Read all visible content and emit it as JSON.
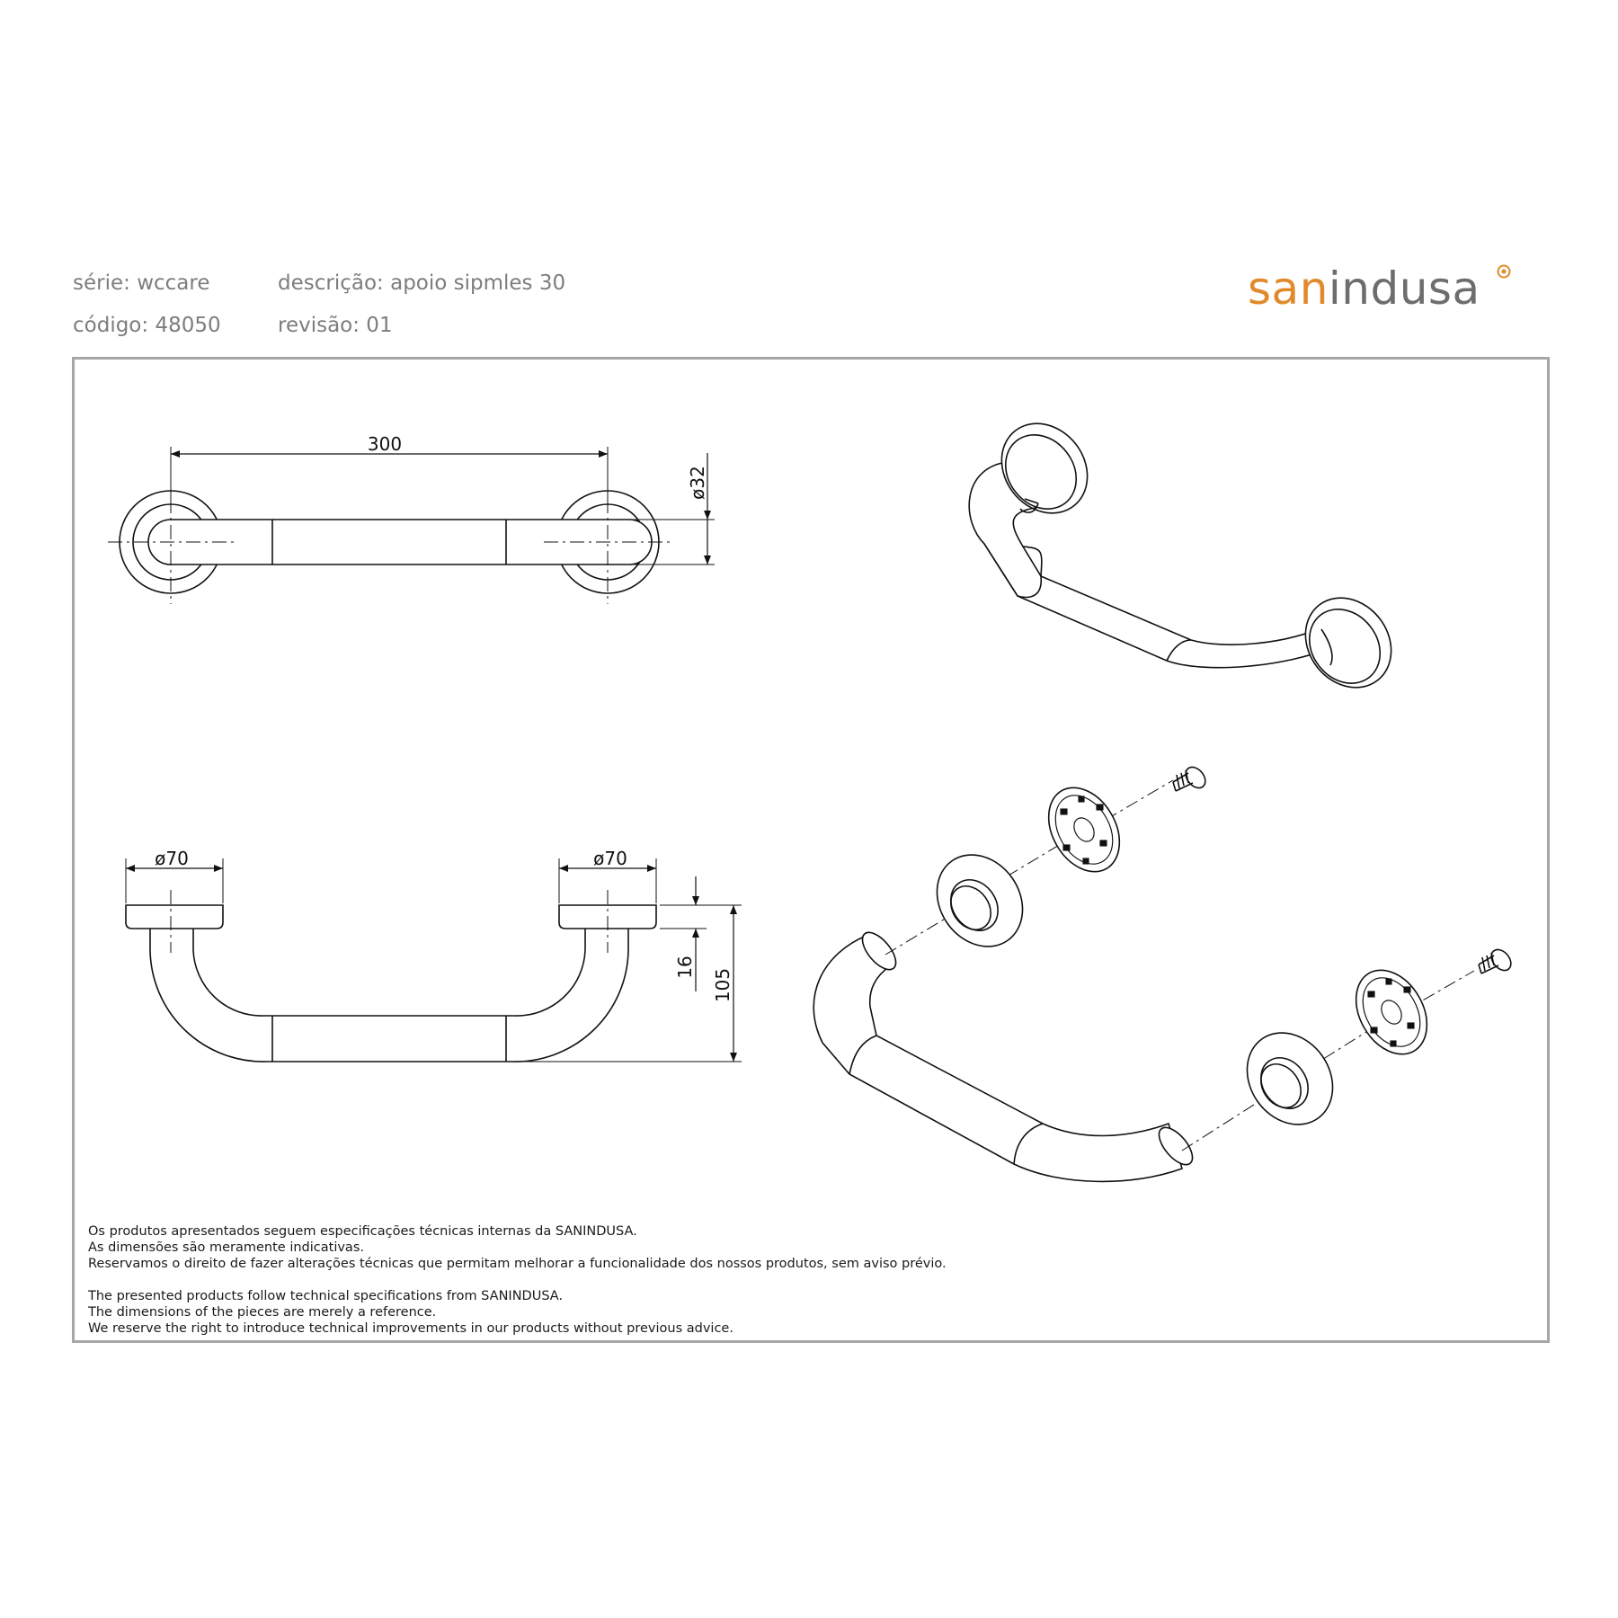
{
  "header": {
    "serie": "série: wccare",
    "codigo": "código: 48050",
    "descricao": "descrição: apoio sipmles 30",
    "revisao": "revisão: 01"
  },
  "logo": {
    "part1": "san",
    "part2": "indusa"
  },
  "dimensions": {
    "length": "300",
    "tube_diameter": "ø32",
    "flange_diameter_left": "ø70",
    "flange_diameter_right": "ø70",
    "flange_thickness": "16",
    "depth": "105"
  },
  "notes": {
    "pt": [
      "Os produtos apresentados seguem especificações técnicas internas da SANINDUSA.",
      "As dimensões são meramente indicativas.",
      "Reservamos o direito de fazer alterações técnicas que permitam melhorar a funcionalidade dos nossos produtos, sem aviso prévio."
    ],
    "en": [
      "The presented products follow technical specifications from SANINDUSA.",
      "The dimensions of the pieces are merely a reference.",
      "We reserve the right to introduce technical improvements in our products without previous advice."
    ]
  },
  "colors": {
    "brand_orange": "#e08a2b",
    "brand_gray": "#6d6d6d",
    "frame": "#a6a6a6",
    "header_text": "#7d7d7d"
  }
}
